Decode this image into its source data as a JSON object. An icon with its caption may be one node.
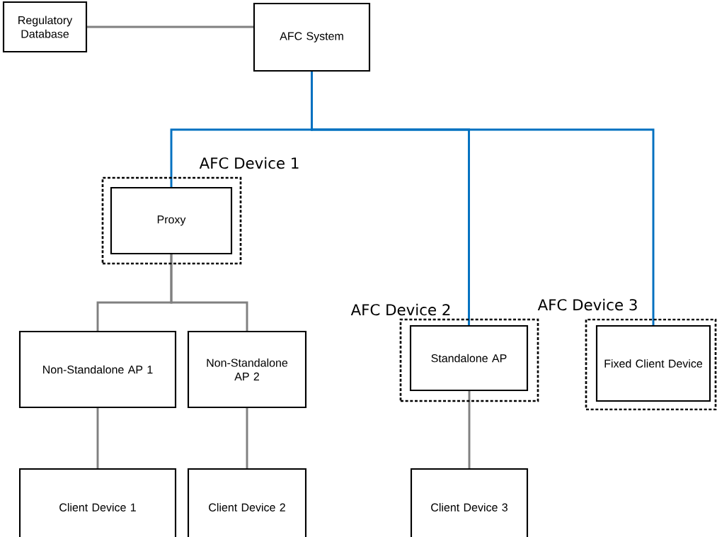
{
  "diagram": {
    "nodes": [
      {
        "text": [
          "Regulatory Database"
        ]
      },
      {
        "text": [
          "AFC System"
        ]
      },
      {
        "text": [
          "AFC Device 1"
        ]
      },
      {
        "text": [
          "Proxy"
        ],
        "in": 2
      },
      {
        "text": [
          "AFC Device 2"
        ]
      },
      {
        "text": [
          "Standalone AP"
        ],
        "in": 4
      },
      {
        "text": [
          "AFC Device 3"
        ]
      },
      {
        "text": [
          "Fixed Client Device"
        ],
        "in": 6
      },
      {
        "text": [
          "Non-Standalone AP 1"
        ]
      },
      {
        "text": [
          "Non-Standalone AP 2"
        ]
      },
      {
        "text": [
          "Client Device 1"
        ]
      },
      {
        "text": [
          "Client Device 2"
        ]
      },
      {
        "text": [
          "Client Device 3"
        ]
      }
    ],
    "edges": [
      {
        "from": 0,
        "to": 1,
        "arrow": "none"
      },
      {
        "from": 1,
        "to": 3,
        "arrow": "none",
        "color": "#0070c0"
      },
      {
        "from": 1,
        "to": 5,
        "arrow": "none",
        "color": "#0070c0"
      },
      {
        "from": 1,
        "to": 7,
        "arrow": "none",
        "color": "#0070c0"
      },
      {
        "from": 3,
        "to": 8,
        "arrow": "none"
      },
      {
        "from": 3,
        "to": 9,
        "arrow": "none"
      },
      {
        "from": 8,
        "to": 10,
        "arrow": "none"
      },
      {
        "from": 9,
        "to": 11,
        "arrow": "none"
      },
      {
        "from": 5,
        "to": 12,
        "arrow": "none"
      }
    ]
  }
}
